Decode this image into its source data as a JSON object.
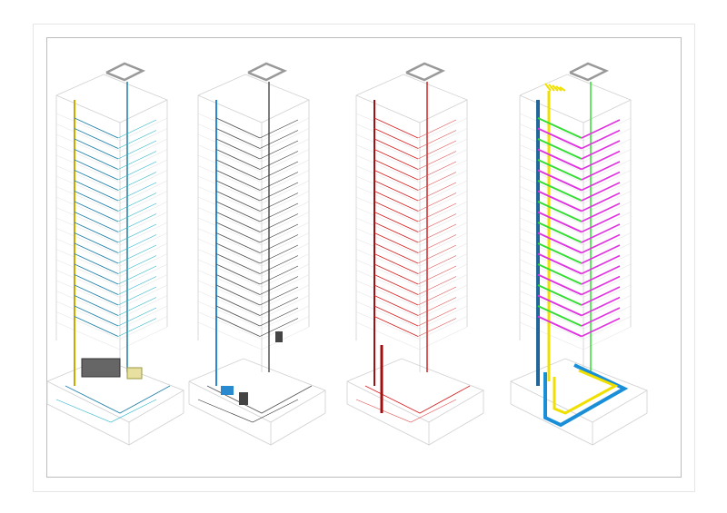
{
  "drawing": {
    "views": [
      {
        "system": "hvac",
        "colors": [
          "#1f7fa8",
          "#2bb5c9",
          "#5b4fa0",
          "#2b3f73",
          "#c9a800"
        ]
      },
      {
        "system": "electrical",
        "colors": [
          "#555555",
          "#333333",
          "#2a8ad0"
        ]
      },
      {
        "system": "fire-protection",
        "colors": [
          "#d42020",
          "#e05050",
          "#a01010"
        ]
      },
      {
        "system": "plumbing",
        "colors": [
          "#33dd33",
          "#e033e0",
          "#f0e000",
          "#1a8fd8",
          "#226699"
        ]
      }
    ],
    "outline_color": "#d0d0d0",
    "frame_color": "#bdbdbd"
  }
}
